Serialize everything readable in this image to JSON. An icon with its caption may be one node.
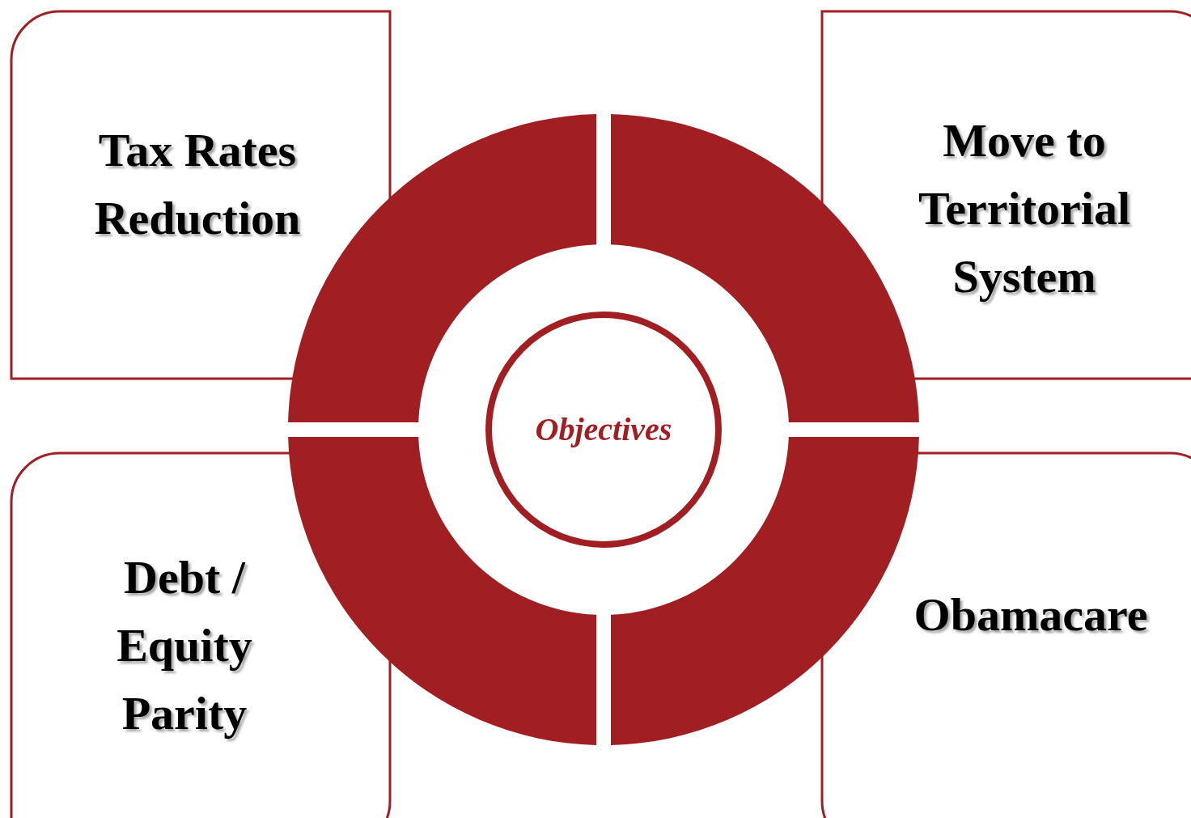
{
  "diagram": {
    "nodes": [
      {
        "text": [
          "Tax Rates Reduction"
        ]
      },
      {
        "text": [
          "Move to Territorial System"
        ]
      },
      {
        "text": [
          "Debt / Equity Parity"
        ]
      },
      {
        "text": [
          "Obamacare"
        ]
      },
      {
        "text": [
          "Objectives"
        ]
      }
    ]
  }
}
